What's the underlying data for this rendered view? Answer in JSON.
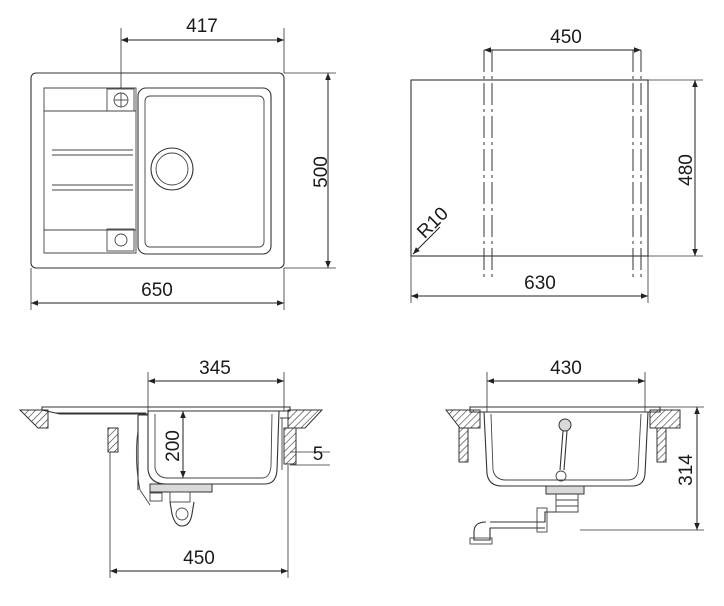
{
  "top_view": {
    "width_label": "650",
    "height_label": "500",
    "bowl_width_label": "417"
  },
  "cutout_view": {
    "width_label": "630",
    "height_label": "480",
    "inner_width_label": "450",
    "radius_label": "R10"
  },
  "side_view": {
    "bowl_width_label": "345",
    "depth_label": "200",
    "rim_label": "5",
    "cabinet_label": "450"
  },
  "front_view": {
    "width_label": "430",
    "height_label": "314"
  }
}
